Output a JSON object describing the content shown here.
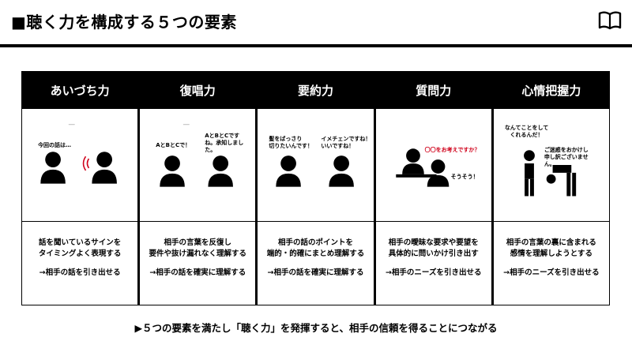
{
  "page": {
    "title": "■聴く力を構成する５つの要素",
    "icon": "open-book-icon"
  },
  "columns": [
    {
      "heading": "あいづち力",
      "bubbles": [
        {
          "text": "今回の話は…",
          "color": "black"
        }
      ],
      "description": [
        "話を聞いているサインを",
        "タイミングよく表現する"
      ],
      "result": "→相手の話を引き出せる"
    },
    {
      "heading": "復唱力",
      "bubbles": [
        {
          "text": "AとBとCで！",
          "color": "black"
        },
        {
          "text": "AとBとCです\nね。承知しまし\nた。",
          "color": "mixed"
        }
      ],
      "description": [
        "相手の言葉を反復し",
        "要件や抜け漏れなく理解する"
      ],
      "result": "→相手の話を確実に理解する"
    },
    {
      "heading": "要約力",
      "bubbles": [
        {
          "text": "髪をばっさり\n切りたいんです！",
          "color": "black"
        },
        {
          "text": "イメチェンですね！\nいいですね！",
          "color": "mixed"
        }
      ],
      "description": [
        "相手の話のポイントを",
        "端的・的確にまとめ理解する"
      ],
      "result": "→相手の話を確実に理解する"
    },
    {
      "heading": "質問力",
      "bubbles": [
        {
          "text": "〇〇をお考えですか？",
          "color": "red"
        },
        {
          "text": "そうそう！",
          "color": "black"
        }
      ],
      "description": [
        "相手の曖昧な要求や要望を",
        "具体的に問いかけ引き出す"
      ],
      "result": "→相手のニーズを引き出せる"
    },
    {
      "heading": "心情把握力",
      "bubbles": [
        {
          "text": "なんてことをしてくれるんだ！",
          "color": "black"
        },
        {
          "text": "ご迷惑をおかけし申し訳ございません。",
          "color": "mixed"
        }
      ],
      "description": [
        "相手の言葉の裏に含まれる",
        "感情を理解しようとする"
      ],
      "result": "→相手のニーズを引き出せる"
    }
  ],
  "footer": "▶５つの要素を満たし「聴く力」を発揮すると、相手の信頼を得ることにつながる"
}
